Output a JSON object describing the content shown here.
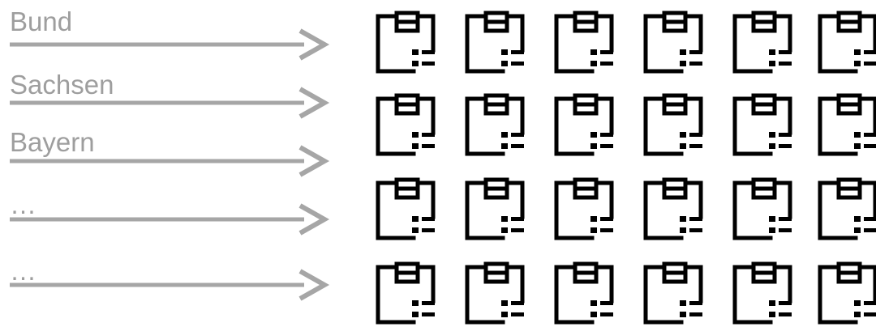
{
  "rows": [
    {
      "label": "Bund"
    },
    {
      "label": "Sachsen"
    },
    {
      "label": "Bayern"
    },
    {
      "label": "…"
    },
    {
      "label": "…"
    }
  ],
  "icon": {
    "name": "document-form-icon",
    "columns_visible": 6,
    "rows_visible": 4
  },
  "colors": {
    "arrow": "#a6a6a6",
    "label": "#9e9e9e",
    "icon": "#000000"
  }
}
